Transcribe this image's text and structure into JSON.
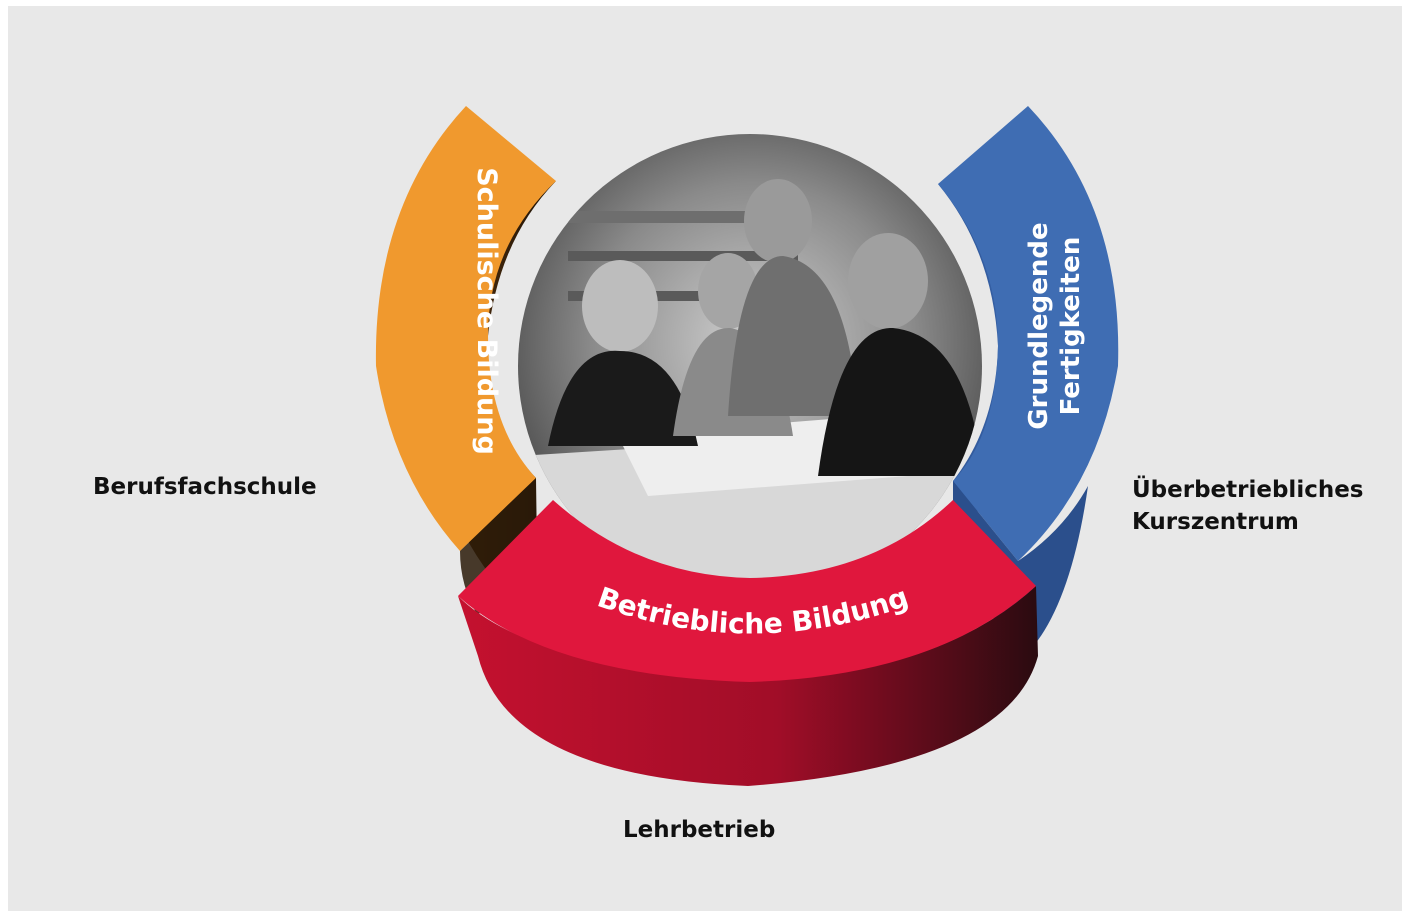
{
  "diagram": {
    "segments": [
      {
        "id": "orange",
        "label_lines": [
          "Schulische Bildung"
        ],
        "color": "#f0992e",
        "color_dark": "#3a2008"
      },
      {
        "id": "blue",
        "label_lines": [
          "Grundlegende",
          "Fertigkeiten"
        ],
        "color": "#3f6db3",
        "color_dark": "#2a4d86"
      },
      {
        "id": "red",
        "label_lines": [
          "Betriebliche Bildung"
        ],
        "color": "#e0173d",
        "color_dark": "#7a0f22"
      }
    ],
    "outer_labels": {
      "left": {
        "lines": [
          "Berufsfachschule"
        ]
      },
      "right": {
        "lines": [
          "Überbetriebliches",
          "Kurszentrum"
        ]
      },
      "bottom": {
        "lines": [
          "Lehrbetrieb"
        ]
      }
    },
    "photo": {
      "description_icon": "group-photo"
    }
  },
  "colors": {
    "background": "#e8e8e8",
    "text": "#111111"
  }
}
